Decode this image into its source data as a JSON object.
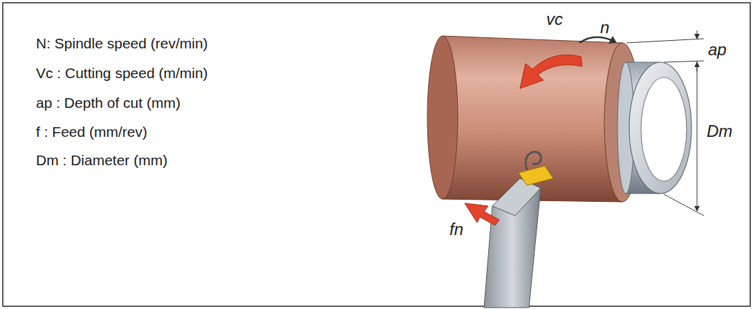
{
  "diagram": {
    "labels": [
      "N: Spindle speed (rev/min)",
      "Vc : Cutting speed (m/min)",
      "ap : Depth of cut (mm)",
      "f : Feed (mm/rev)",
      "Dm : Diameter (mm)",
      "vc",
      "n",
      "ap",
      "Dm",
      "fn"
    ]
  }
}
